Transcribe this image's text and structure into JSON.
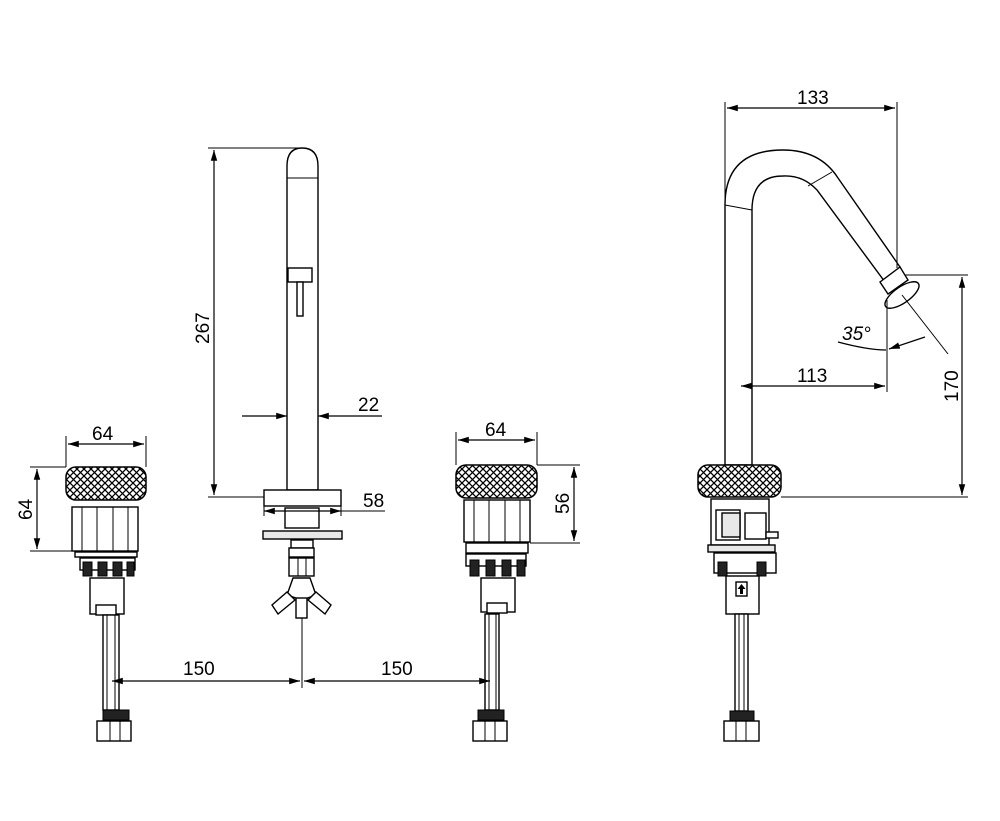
{
  "dimensions": {
    "left_knob_width": "64",
    "left_knob_height": "64",
    "spout_height": "267",
    "spout_diameter": "22",
    "spout_base_width": "58",
    "right_knob_width": "64",
    "right_knob_height": "56",
    "spacing_left": "150",
    "spacing_right": "150",
    "side_reach": "133",
    "side_outlet_reach": "113",
    "side_outlet_height": "170",
    "outlet_angle": "35°"
  }
}
